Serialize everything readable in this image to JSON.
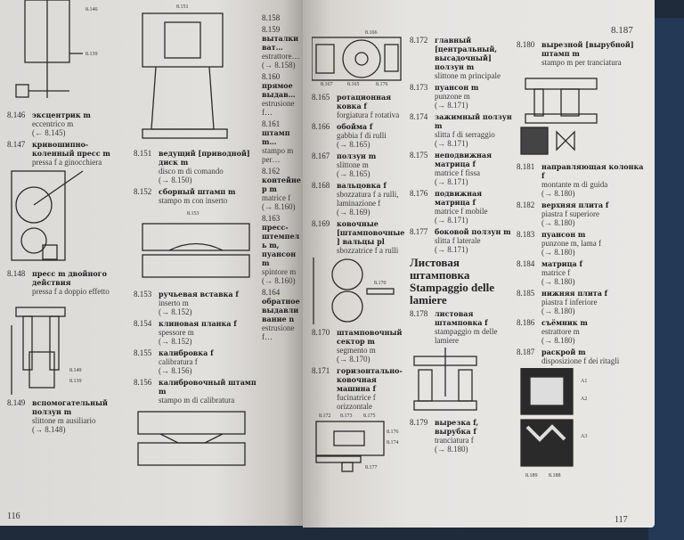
{
  "left_page": {
    "page_number": "116",
    "col1": [
      {
        "num": "8.146",
        "ru": "эксцентрик m",
        "it": "eccentrico m",
        "ref": "(← 8.145)"
      },
      {
        "num": "8.147",
        "ru": "кривошипно-коленный пресс m",
        "it": "pressa f a ginocchiera",
        "ref": ""
      },
      {
        "num": "8.148",
        "ru": "пресс m двойного действия",
        "it": "pressa f a doppio effetto",
        "ref": ""
      },
      {
        "num": "8.149",
        "ru": "вспомогательный ползун m",
        "it": "slittone m ausiliario",
        "ref": "(→ 8.148)"
      }
    ],
    "col2": [
      {
        "num": "8.151",
        "ru": "ведущий [приводной] диск m",
        "it": "disco m di comando",
        "ref": "(→ 8.150)"
      },
      {
        "num": "8.152",
        "ru": "сборный штамп m",
        "it": "stampo m con inserto",
        "ref": ""
      },
      {
        "num": "8.153",
        "ru": "ручьевая вставка f",
        "it": "inserto m",
        "ref": "(→ 8.152)"
      },
      {
        "num": "8.154",
        "ru": "клиновая планка f",
        "it": "spessore m",
        "ref": "(→ 8.152)"
      },
      {
        "num": "8.155",
        "ru": "калибровка f",
        "it": "calibratura f",
        "ref": "(→ 8.156)"
      },
      {
        "num": "8.156",
        "ru": "калибровочный штамп m",
        "it": "stampo m di calibratura",
        "ref": ""
      }
    ],
    "col3": [
      {
        "num": "8.158",
        "ru": "",
        "it": "",
        "ref": ""
      },
      {
        "num": "8.159",
        "ru": "выталкиват…",
        "it": "estrattore…",
        "ref": "(→ 8.158)"
      },
      {
        "num": "8.160",
        "ru": "прямое выдав…",
        "it": "estrusione f…",
        "ref": ""
      },
      {
        "num": "8.161",
        "ru": "штамп m…",
        "it": "stampo m per…",
        "ref": ""
      },
      {
        "num": "8.162",
        "ru": "контейнер m",
        "it": "matrice f",
        "ref": "(→ 8.160)"
      },
      {
        "num": "8.163",
        "ru": "пресс-штемпель m, пуансон m",
        "it": "spintore m",
        "ref": "(→ 8.160)"
      },
      {
        "num": "8.164",
        "ru": "обратное выдавливание n",
        "it": "estrusione f…",
        "ref": ""
      }
    ],
    "figure_labels": [
      "8.146",
      "8.139",
      "8.149",
      "8.139",
      "8.151",
      "8.153"
    ]
  },
  "right_page": {
    "page_number": "117",
    "header_ref": "8.187",
    "col1": [
      {
        "num": "8.165",
        "ru": "ротационная ковка f",
        "it": "forgiatura f rotativa",
        "ref": ""
      },
      {
        "num": "8.166",
        "ru": "обойма f",
        "it": "gabbia f di rulli",
        "ref": "(→ 8.165)"
      },
      {
        "num": "8.167",
        "ru": "ползун m",
        "it": "slittone m",
        "ref": "(→ 8.165)"
      },
      {
        "num": "8.168",
        "ru": "вальцовка f",
        "it": "sbozzatura f a rulli, laminazione f",
        "ref": "(→ 8.169)"
      },
      {
        "num": "8.169",
        "ru": "ковочные [штамповочные] вальцы pl",
        "it": "sbozzatrice f a rulli",
        "ref": ""
      },
      {
        "num": "8.170",
        "ru": "штамповочный сектор m",
        "it": "segmento m",
        "ref": "(→ 8.170)"
      },
      {
        "num": "8.171",
        "ru": "горизонтально-ковочная машина f",
        "it": "fucinatrice f orizzontale",
        "ref": ""
      }
    ],
    "col2": [
      {
        "num": "8.172",
        "ru": "главный [центральный, высадочный] ползун m",
        "it": "slittone m principale",
        "ref": ""
      },
      {
        "num": "8.173",
        "ru": "пуансон m",
        "it": "punzone m",
        "ref": "(→ 8.171)"
      },
      {
        "num": "8.174",
        "ru": "зажимный ползун m",
        "it": "slitta f di serraggio",
        "ref": "(→ 8.171)"
      },
      {
        "num": "8.175",
        "ru": "неподвижная матрица f",
        "it": "matrice f fissa",
        "ref": "(→ 8.171)"
      },
      {
        "num": "8.176",
        "ru": "подвижная матрица f",
        "it": "matrice f mobile",
        "ref": "(→ 8.171)"
      },
      {
        "num": "8.177",
        "ru": "боковой ползун m",
        "it": "slitta f laterale",
        "ref": "(→ 8.171)"
      }
    ],
    "section_heading_ru": "Листовая штамповка",
    "section_heading_it": "Stampaggio delle lamiere",
    "col2b": [
      {
        "num": "8.178",
        "ru": "листовая штамповка f",
        "it": "stampaggio m delle lamiere",
        "ref": ""
      },
      {
        "num": "8.179",
        "ru": "вырезка f, вырубка f",
        "it": "tranciatura f",
        "ref": "(→ 8.180)"
      }
    ],
    "col3": [
      {
        "num": "8.180",
        "ru": "вырезной [вырубной] штамп m",
        "it": "stampo m per tranciatura",
        "ref": ""
      },
      {
        "num": "8.181",
        "ru": "направляющая колонка f",
        "it": "montante m di guida",
        "ref": "(→ 8.180)"
      },
      {
        "num": "8.182",
        "ru": "верхняя плита f",
        "it": "piastra f superiore",
        "ref": "(→ 8.180)"
      },
      {
        "num": "8.183",
        "ru": "пуансон m",
        "it": "punzone m, lama f",
        "ref": "(→ 8.180)"
      },
      {
        "num": "8.184",
        "ru": "матрица f",
        "it": "matrice f",
        "ref": "(→ 8.180)"
      },
      {
        "num": "8.185",
        "ru": "нижняя плита f",
        "it": "piastra f inferiore",
        "ref": "(→ 8.180)"
      },
      {
        "num": "8.186",
        "ru": "съёмник m",
        "it": "estrattore m",
        "ref": "(→ 8.180)"
      },
      {
        "num": "8.187",
        "ru": "раскрой m",
        "it": "disposizione f dei ritagli",
        "ref": ""
      }
    ],
    "figure_labels": [
      "8.166",
      "8.167",
      "8.165",
      "8.176",
      "8.170",
      "8.172",
      "8.173",
      "8.175",
      "8.176",
      "8.174",
      "8.177",
      "A1",
      "A2",
      "A3",
      "8.189",
      "8.188"
    ]
  }
}
